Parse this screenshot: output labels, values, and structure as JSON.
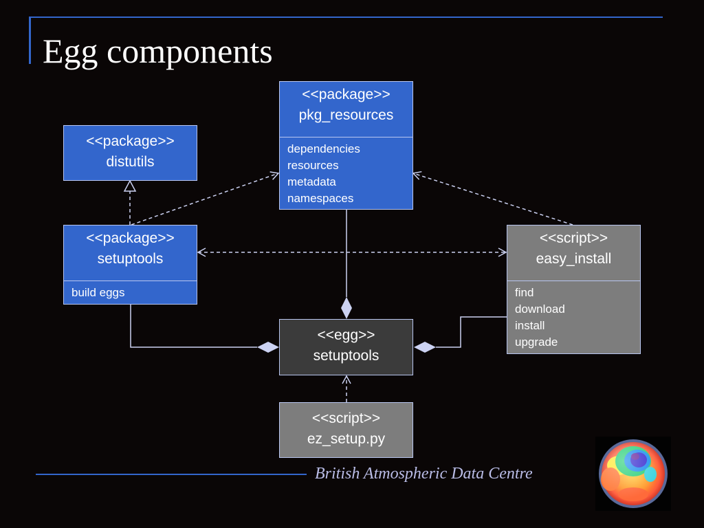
{
  "slide": {
    "title": "Egg components",
    "footer": "British Atmospheric Data Centre"
  },
  "boxes": {
    "pkg_resources": {
      "stereotype": "<<package>>",
      "name": "pkg_resources",
      "operations": [
        "dependencies",
        "resources",
        "metadata",
        "namespaces"
      ]
    },
    "distutils": {
      "stereotype": "<<package>>",
      "name": "distutils"
    },
    "setuptools_pkg": {
      "stereotype": "<<package>>",
      "name": "setuptools",
      "operations": [
        "build eggs"
      ]
    },
    "easy_install": {
      "stereotype": "<<script>>",
      "name": "easy_install",
      "operations": [
        "find",
        "download",
        "install",
        "upgrade"
      ]
    },
    "setuptools_egg": {
      "stereotype": "<<egg>>",
      "name": "setuptools"
    },
    "ez_setup": {
      "stereotype": "<<script>>",
      "name": "ez_setup.py"
    }
  },
  "colors": {
    "background": "#0a0606",
    "package_fill": "#3366cc",
    "script_fill": "#7d7d7d",
    "egg_fill": "#3b3b3b",
    "rule_line": "#3366cc",
    "footer_text": "#b9bce6"
  }
}
